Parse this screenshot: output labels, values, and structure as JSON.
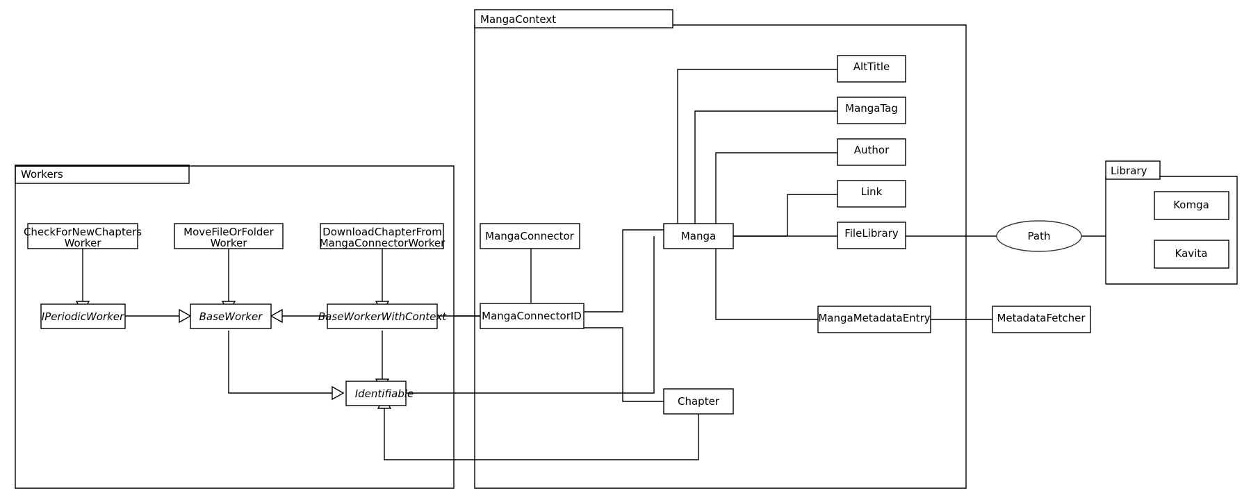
{
  "diagram": {
    "title": "Tranga architecture class diagram",
    "background_color": "#ffffff",
    "line_color": "#000000"
  },
  "packages": [
    {
      "id": "workers",
      "label": "Workers"
    },
    {
      "id": "mangacontext",
      "label": "MangaContext"
    },
    {
      "id": "library",
      "label": "Library"
    }
  ],
  "classes": {
    "check_for_new_chapters_worker": {
      "line1": "CheckForNewChapters",
      "line2": "Worker"
    },
    "move_file_or_folder_worker": {
      "line1": "MoveFileOrFolder",
      "line2": "Worker"
    },
    "download_chapter_from_manga_connector_worker": {
      "line1": "DownloadChapterFrom",
      "line2": "MangaConnectorWorker"
    },
    "iperiodicworker": {
      "label": "IPeriodicWorker",
      "abstract": true
    },
    "baseworker": {
      "label": "BaseWorker",
      "abstract": true
    },
    "baseworkerwithcontext": {
      "label": "BaseWorkerWithContext",
      "abstract": true
    },
    "identifiable": {
      "label": "Identifiable",
      "abstract": true
    },
    "mangaconnector": {
      "label": "MangaConnector"
    },
    "mangaconnectorid": {
      "label": "MangaConnectorID"
    },
    "manga": {
      "label": "Manga"
    },
    "chapter": {
      "label": "Chapter"
    },
    "alttitle": {
      "label": "AltTitle"
    },
    "mangatag": {
      "label": "MangaTag"
    },
    "author": {
      "label": "Author"
    },
    "link": {
      "label": "Link"
    },
    "filelibrary": {
      "label": "FileLibrary"
    },
    "mangametadataentry": {
      "label": "MangaMetadataEntry"
    },
    "metadatafetcher": {
      "label": "MetadataFetcher"
    },
    "path": {
      "label": "Path"
    },
    "komga": {
      "label": "Komga"
    },
    "kavita": {
      "label": "Kavita"
    }
  }
}
